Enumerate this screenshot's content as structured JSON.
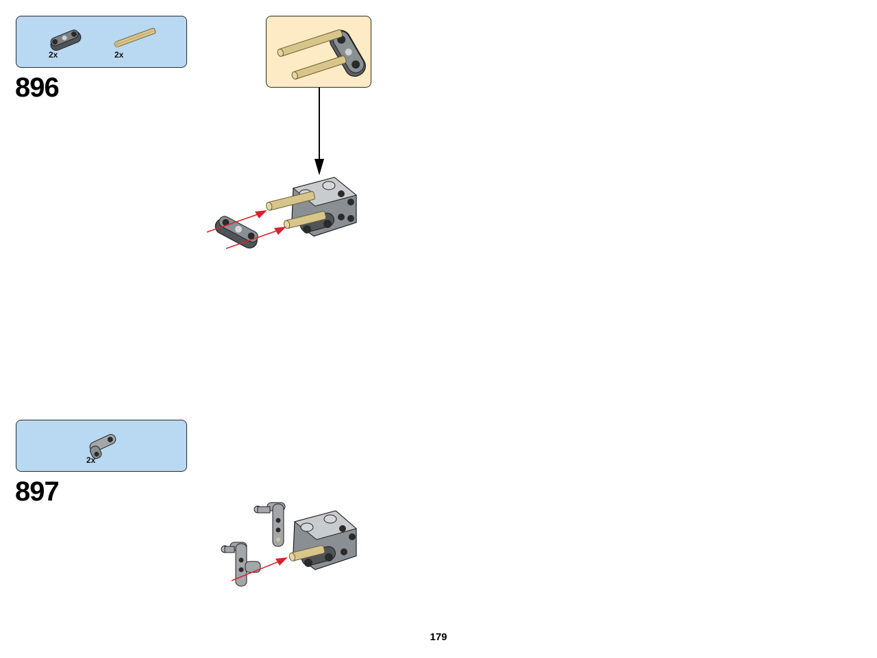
{
  "steps": [
    {
      "number": "896",
      "parts": [
        {
          "qty": "2x",
          "icon": "double-pin-connector-icon",
          "color": "#555a5e"
        },
        {
          "qty": "2x",
          "icon": "tan-axle-icon",
          "color": "#d8c58a"
        }
      ]
    },
    {
      "number": "897",
      "parts": [
        {
          "qty": "2x",
          "icon": "bent-beam-icon",
          "color": "#a4a7aa"
        }
      ]
    }
  ],
  "page": {
    "number": "179"
  },
  "colors": {
    "parts_box": "#b9d8f2",
    "callout_box": "#fcebc4",
    "arrow_red": "#d8222f",
    "tan": "#d8c58a",
    "dark_gray": "#555a5e",
    "light_gray": "#a4a7aa"
  }
}
